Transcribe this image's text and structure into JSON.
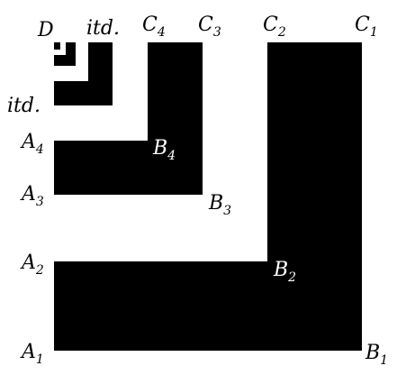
{
  "labels": {
    "top": {
      "D": "D",
      "itd": "itd.",
      "C4": "C",
      "C4_sub": "4",
      "C3": "C",
      "C3_sub": "3",
      "C2": "C",
      "C2_sub": "2",
      "C1": "C",
      "C1_sub": "1"
    },
    "left": {
      "itd": "itd.",
      "A4": "A",
      "A4_sub": "4",
      "A3": "A",
      "A3_sub": "3",
      "A2": "A",
      "A2_sub": "2",
      "A1": "A",
      "A1_sub": "1"
    },
    "inner": {
      "B4": "B",
      "B4_sub": "4",
      "B3": "B",
      "B3_sub": "3",
      "B2": "B",
      "B2_sub": "2",
      "B1": "B",
      "B1_sub": "1"
    }
  },
  "colors": {
    "dark": "#000000",
    "light": "#ffffff"
  }
}
